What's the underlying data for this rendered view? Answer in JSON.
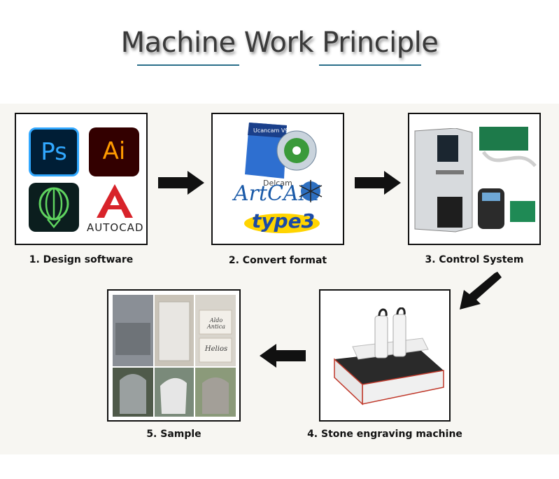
{
  "title": "Machine Work Principle",
  "steps": [
    {
      "label": "1. Design software"
    },
    {
      "label": "2. Convert format"
    },
    {
      "label": "3. Control System"
    },
    {
      "label": "4. Stone engraving machine"
    },
    {
      "label": "5. Sample"
    }
  ],
  "software_logos": {
    "photoshop": "Ps",
    "illustrator": "Ai",
    "autocad": "AUTOCAD"
  },
  "convert_logos": {
    "ucancam": "Ucancam V9",
    "delcam": "Delcam",
    "artcam": "ArtCAM",
    "type3": "type3"
  },
  "sample_texts": {
    "plaque1": "Aldo Antica",
    "plaque2": "Helios"
  },
  "colors": {
    "title": "#3a3a3a",
    "underline": "#2a6f8a",
    "panel_bg": "#f7f6f2",
    "arrow": "#111111",
    "box_border": "#111111"
  }
}
